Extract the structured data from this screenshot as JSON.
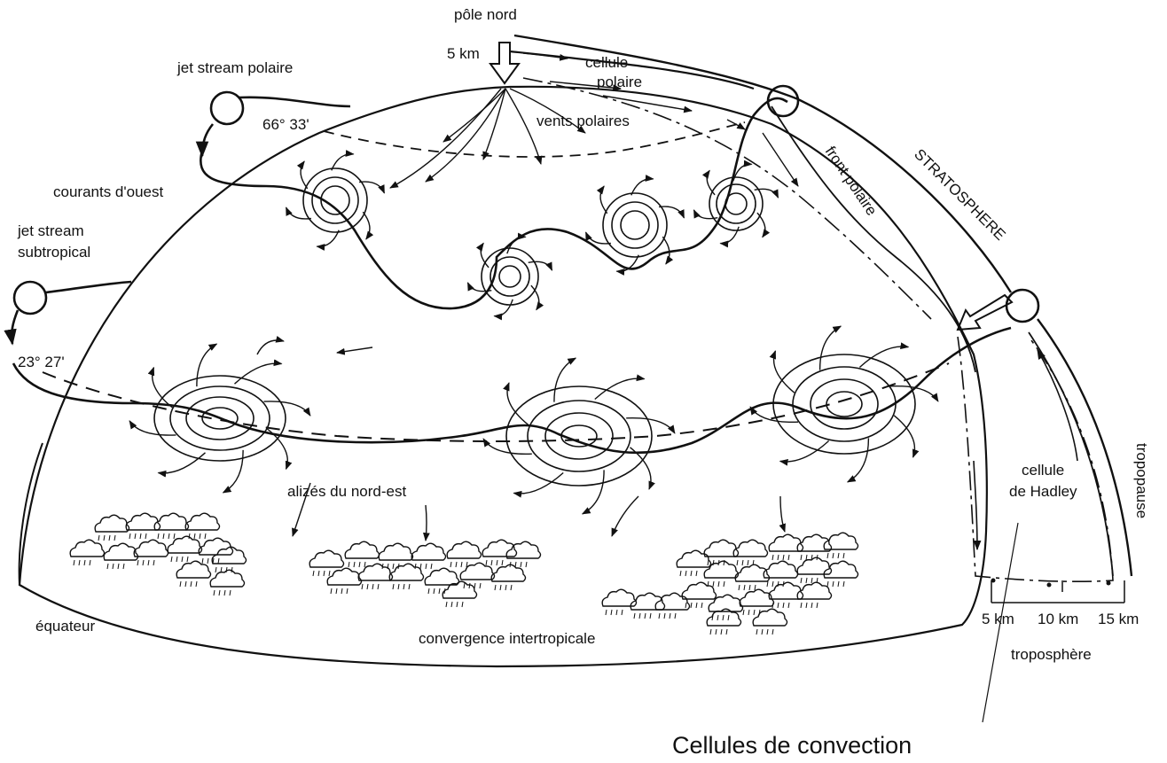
{
  "labels": {
    "pole_nord": "pôle nord",
    "five_km_top": "5 km",
    "cellule_polaire_1": "cellule",
    "cellule_polaire_2": "polaire",
    "jet_stream_polaire": "jet stream polaire",
    "lat_66": "66° 33'",
    "vents_polaires": "vents polaires",
    "courants_ouest": "courants d'ouest",
    "jet_stream_sub_1": "jet stream",
    "jet_stream_sub_2": "subtropical",
    "lat_23": "23° 27'",
    "front_polaire": "front polaire",
    "stratosphere": "STRATOSPHERE",
    "alizes": "alizés du nord-est",
    "cellule_hadley_1": "cellule",
    "cellule_hadley_2": "de Hadley",
    "tropopause": "tropopause",
    "equateur": "équateur",
    "convergence": "convergence intertropicale",
    "km5": "5 km",
    "km10": "10 km",
    "km15": "15 km",
    "troposphere": "troposphère",
    "cellules_convection": "Cellules de convection"
  },
  "colors": {
    "ink": "#111111",
    "background": "#ffffff"
  }
}
